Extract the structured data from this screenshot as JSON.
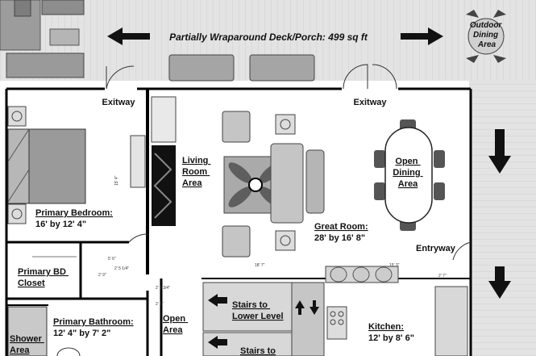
{
  "deck": {
    "label": "Partially Wraparound Deck/Porch: 499 sq ft",
    "outdoor_dining": [
      "Outdoor",
      "Dining",
      "Area"
    ]
  },
  "exits": {
    "left": "Exitway",
    "right": "Exitway"
  },
  "rooms": {
    "living": [
      "Living",
      "Room",
      "Area"
    ],
    "open_dining": [
      "Open",
      "Dining",
      "Area"
    ],
    "great_room": {
      "name": "Great Room:",
      "size": "28' by 16' 8\""
    },
    "primary_bedroom": {
      "name": "Primary Bedroom:",
      "size": "16' by 12' 4\""
    },
    "primary_closet": [
      "Primary BD",
      "Closet"
    ],
    "primary_bath": {
      "name": "Primary Bathroom:",
      "size": "12' 4\" by 7' 2\""
    },
    "shower": [
      "Shower",
      "Area"
    ],
    "open_area": [
      "Open",
      "Area"
    ],
    "stairs_lower": [
      "Stairs to",
      "Lower Level"
    ],
    "stairs_upper": "Stairs to",
    "kitchen": {
      "name": "Kitchen:",
      "size": "12' by 8' 6\""
    },
    "entryway": "Entryway"
  },
  "dimensions": {
    "d1": "18' 7\"",
    "d2": "15' 3\"",
    "d3": "2' 7\"",
    "d4": "5' 6\"",
    "d5": "2' 5 1/4\"",
    "d6": "2' 9\"",
    "d7": "2' 9 3/4\"",
    "d8": "2' 5\"",
    "d9": "15' 4\""
  },
  "colors": {
    "deck": "#e6e6e6",
    "furniture": "#bdbdbd",
    "wall": "#000000",
    "arrow": "#111111"
  }
}
